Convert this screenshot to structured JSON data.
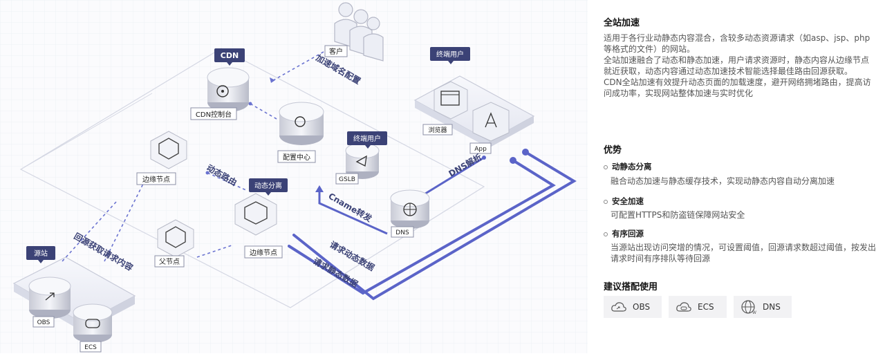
{
  "diagram": {
    "labels": {
      "customer": "客户",
      "cdn": "CDN",
      "cdn_console": "CDN控制台",
      "config_center": "配置中心",
      "edge_node_1": "边缘节点",
      "edge_node_2": "边缘节点",
      "parent_node": "父节点",
      "dynamic_split": "动态分离",
      "gslb_user": "终端用户",
      "gslb": "GSLB",
      "end_user": "终端用户",
      "browser": "浏览器",
      "app": "App",
      "dns": "DNS",
      "origin": "源站",
      "obs": "OBS",
      "ecs": "ECS"
    },
    "flows": {
      "accel_domain_config": "加速域名配置",
      "dynamic_routing": "动态路由",
      "origin_fetch": "回源获取请求内容",
      "cname": "Cname转发",
      "dns_resolve": "DNS解析",
      "req_dynamic": "请求动态数据",
      "req_static": "请求静态数据"
    }
  },
  "panel": {
    "title": "全站加速",
    "desc": [
      "适用于各行业动静态内容混合，含较多动态资源请求（如asp、jsp、php等格式的文件）的网站。",
      "全站加速融合了动态和静态加速，用户请求资源时，静态内容从边缘节点就近获取，动态内容通过动态加速技术智能选择最佳路由回源获取。",
      "CDN全站加速有效提升动态页面的加载速度，避开网络拥堵路由，提高访问成功率，实现网站整体加速与实时优化"
    ],
    "advantages_title": "优势",
    "advantages": [
      {
        "title": "动静态分离",
        "desc": "融合动态加速与静态缓存技术，实现动静态内容自动分离加速"
      },
      {
        "title": "安全加速",
        "desc": "可配置HTTPS和防盗链保障网站安全"
      },
      {
        "title": "有序回源",
        "desc": "当源站出现访问突增的情况，可设置阈值，回源请求数超过阈值，按发出请求时间有序排队等待回源"
      }
    ],
    "recommend_title": "建议搭配使用",
    "products": [
      {
        "label": "OBS",
        "icon": "cloud-storage-icon"
      },
      {
        "label": "ECS",
        "icon": "cloud-server-icon"
      },
      {
        "label": "DNS",
        "icon": "globe-icon"
      }
    ]
  },
  "colors": {
    "accent": "#5b64c8",
    "tag_bg": "#3b4276",
    "platform": "#eceef6"
  }
}
